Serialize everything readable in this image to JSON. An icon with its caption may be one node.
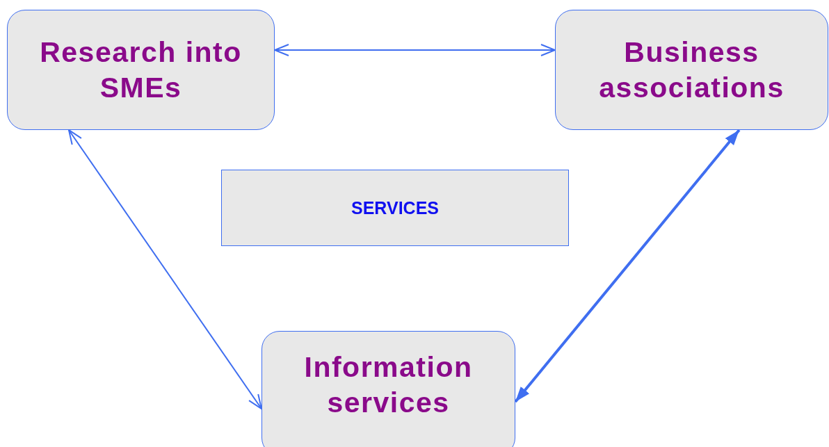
{
  "diagram": {
    "nodes": [
      {
        "text": [
          "Research into SMEs"
        ]
      },
      {
        "text": [
          "Business associations"
        ]
      },
      {
        "text": [
          "SERVICES"
        ]
      },
      {
        "text": [
          "Information services"
        ]
      }
    ],
    "edges": [
      {
        "from": 0,
        "to": 1,
        "arrow": "both"
      },
      {
        "from": 0,
        "to": 3,
        "arrow": "both"
      },
      {
        "from": 1,
        "to": 3,
        "arrow": "both",
        "style": "thick"
      }
    ]
  }
}
